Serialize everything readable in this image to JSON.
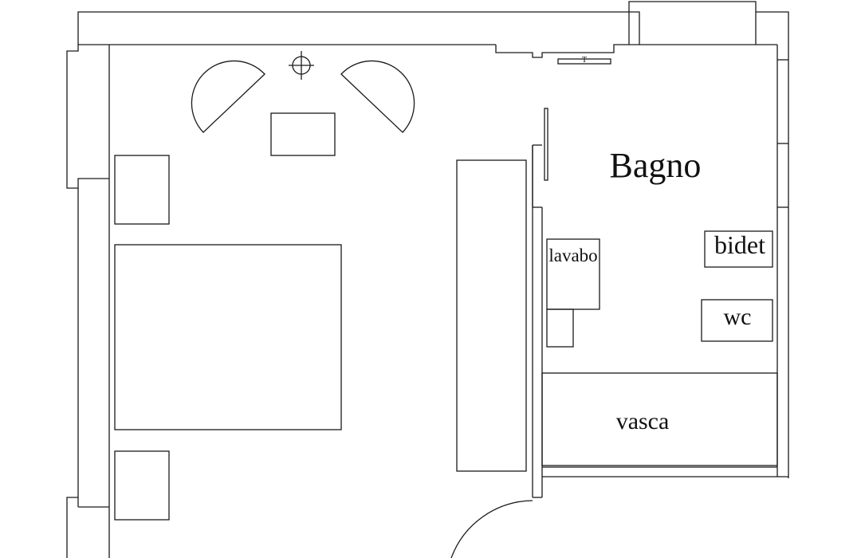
{
  "rooms": {
    "bathroom": "Bagno"
  },
  "fixtures": {
    "lavabo": "lavabo",
    "bidet": "bidet",
    "wc": "wc",
    "vasca": "vasca"
  },
  "symbols": {
    "wall_mark": "T"
  },
  "colors": {
    "line": "#1a1a1a",
    "background": "#ffffff"
  }
}
